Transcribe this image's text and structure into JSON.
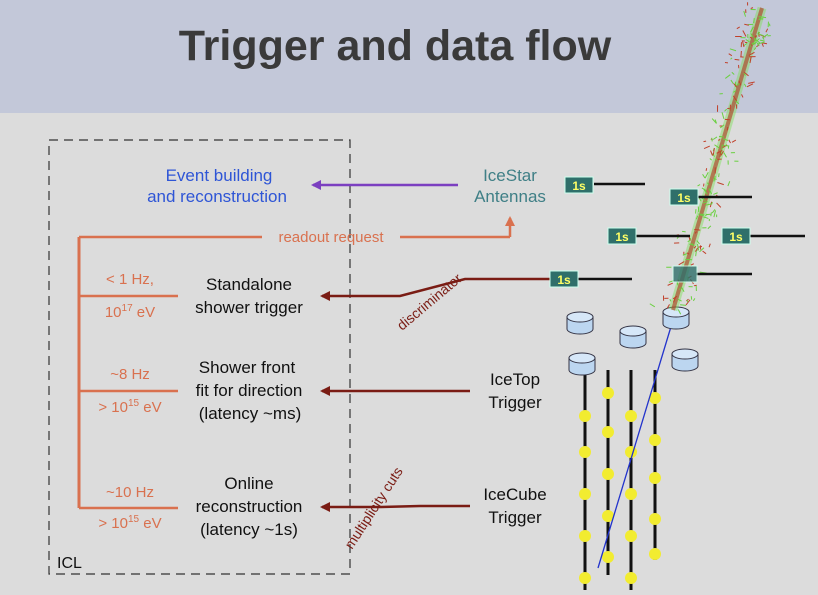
{
  "title": "Trigger and data flow",
  "icl_label": "ICL",
  "event_building": [
    "Event building",
    "and reconstruction"
  ],
  "icestar": [
    "IceStar",
    "Antennas"
  ],
  "readout_request": "readout request",
  "discriminator": "discriminator",
  "multiplicity_cuts": "multiplicity cuts",
  "icetop_trigger": [
    "IceTop",
    "Trigger"
  ],
  "icecube_trigger": [
    "IceCube",
    "Trigger"
  ],
  "antenna_badge": "1s",
  "rates": [
    {
      "rate": "< 1 Hz,",
      "energy_base": "10",
      "energy_exp": "17",
      "energy_unit": " eV",
      "energy_prefix": ""
    },
    {
      "rate": "~8 Hz",
      "energy_base": "10",
      "energy_exp": "15",
      "energy_unit": " eV",
      "energy_prefix": "> "
    },
    {
      "rate": "~10 Hz",
      "energy_base": "10",
      "energy_exp": "15",
      "energy_unit": " eV",
      "energy_prefix": "> "
    }
  ],
  "triggers": [
    [
      "Standalone",
      "shower trigger"
    ],
    [
      "Shower front",
      "fit for direction",
      "(latency ~ms)"
    ],
    [
      "Online",
      "reconstruction",
      "(latency ~1s)"
    ]
  ],
  "colors": {
    "title_band": "#c3c8d9",
    "background": "#dcdcdc",
    "blue_text": "#2e55d6",
    "teal_text": "#3f7f86",
    "orange": "#d9714f",
    "dark_red": "#7a1c14",
    "purple": "#7b3fc0",
    "badge_fill": "#2f6f6a",
    "badge_text": "#ffff66",
    "tank": "#bcd6f0",
    "dom": "#f2ec30"
  }
}
